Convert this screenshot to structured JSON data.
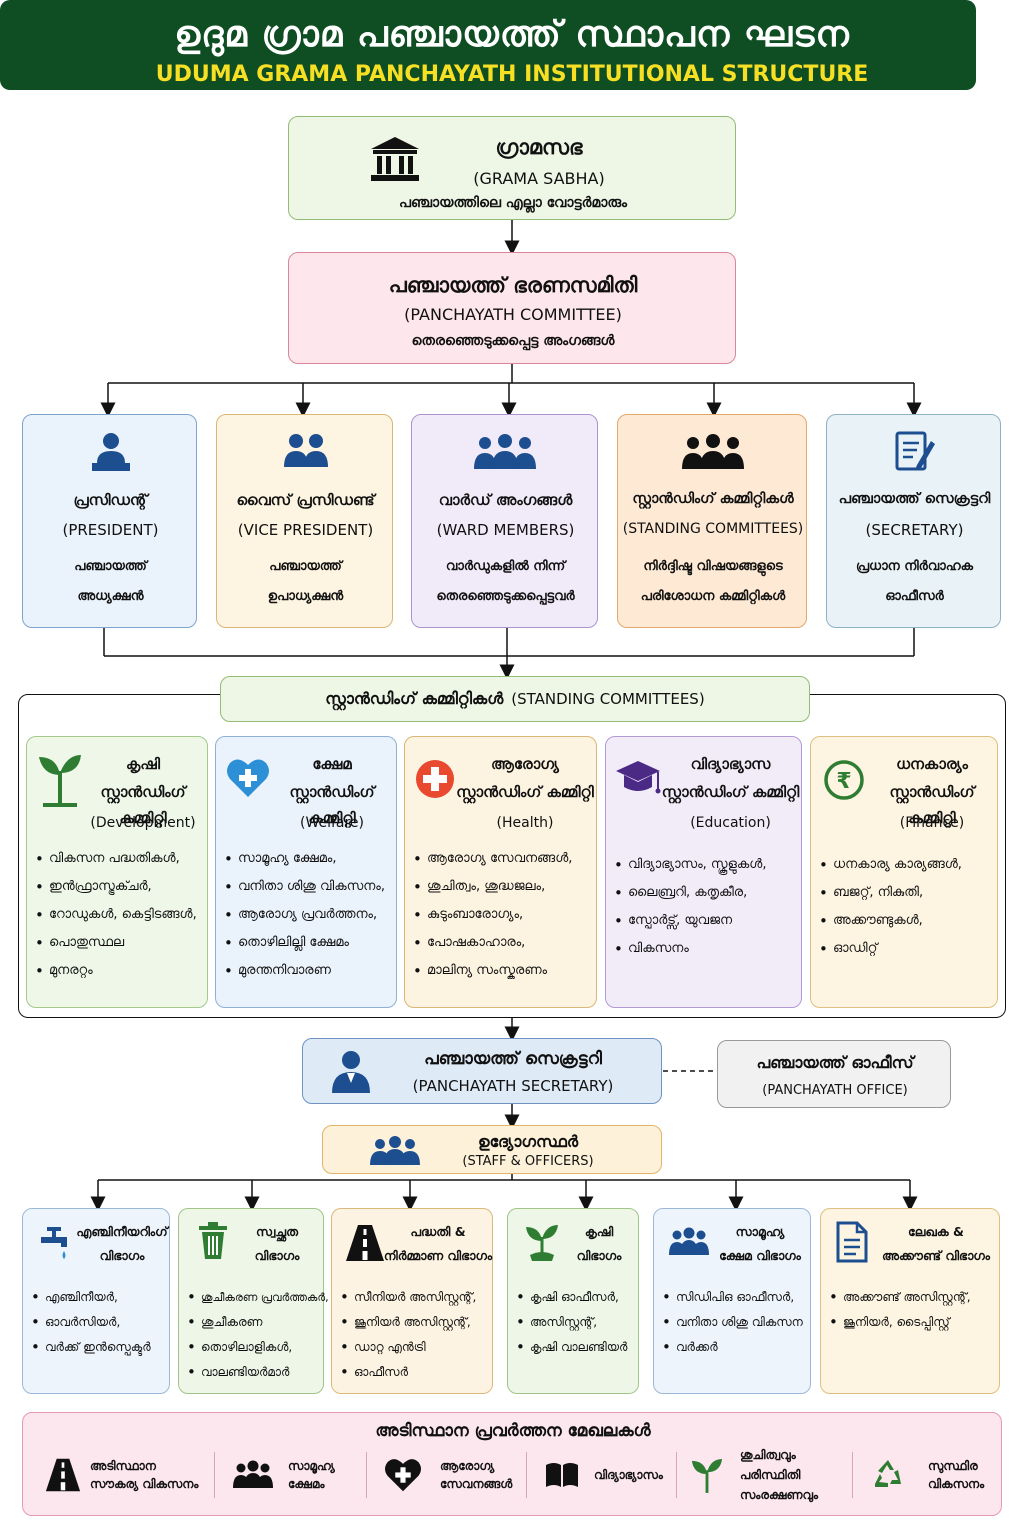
{
  "header": {
    "title_ml": "ഉദുമ ഗ്രാമ പഞ്ചായത്ത് സ്ഥാപന ഘടന",
    "title_en": "UDUMA GRAMA PANCHAYATH INSTITUTIONAL STRUCTURE"
  },
  "grama_sabha": {
    "name_ml": "ഗ്രാമസഭ",
    "name_en": "(GRAMA SABHA)",
    "desc": "പഞ്ചായത്തിലെ എല്ലാ വോട്ടർമാരും"
  },
  "committee": {
    "name_ml": "പഞ്ചായത്ത് ഭരണസമിതി",
    "name_en": "(PANCHAYATH COMMITTEE)",
    "desc": "തെരഞ്ഞെടുക്കപ്പെട്ട അംഗങ്ങൾ"
  },
  "roles": [
    {
      "name_ml": "പ്രസിഡന്റ്",
      "name_en": "(PRESIDENT)",
      "desc1": "പഞ്ചായത്ത്",
      "desc2": "അധ്യക്ഷൻ"
    },
    {
      "name_ml": "വൈസ് പ്രസിഡണ്ട്",
      "name_en": "(VICE PRESIDENT)",
      "desc1": "പഞ്ചായത്ത്",
      "desc2": "ഉപാധ്യക്ഷൻ"
    },
    {
      "name_ml": "വാർഡ് അംഗങ്ങൾ",
      "name_en": "(WARD MEMBERS)",
      "desc1": "വാർഡുകളിൽ നിന്ന്",
      "desc2": "തെരഞ്ഞെടുക്കപ്പെട്ടവർ"
    },
    {
      "name_ml": "സ്റ്റാൻഡിംഗ് കമ്മിറ്റികൾ",
      "name_en": "(STANDING COMMITTEES)",
      "desc1": "നിർദ്ദിഷ്ട വിഷയങ്ങളുടെ",
      "desc2": "പരിശോധന കമ്മിറ്റികൾ"
    },
    {
      "name_ml": "പഞ്ചായത്ത് സെക്രട്ടറി",
      "name_en": "(SECRETARY)",
      "desc1": "പ്രധാന നിർവാഹക",
      "desc2": "ഓഫീസർ"
    }
  ],
  "standing": {
    "header_ml": "സ്റ്റാൻഡിംഗ് കമ്മിറ്റികൾ",
    "header_en": "(STANDING COMMITTEES)",
    "committees": [
      {
        "name": "കൃഷി",
        "sub": "സ്റ്റാൻഡിംഗ് കമ്മിറ്റി",
        "en": "(Development)",
        "items": [
          "വികസന പദ്ധതികൾ,",
          "ഇൻഫ്രാസ്ട്രക്ചർ,",
          "റോഡുകൾ, കെട്ടിടങ്ങൾ,",
          "പൊതുസ്ഥല",
          "മുനരറ്റം"
        ]
      },
      {
        "name": "ക്ഷേമ",
        "sub": "സ്റ്റാൻഡിംഗ് കമ്മിറ്റി",
        "en": "(Welfare)",
        "items": [
          "സാമൂഹ്യ ക്ഷേമം,",
          "വനിതാ ശിശു വികസനം,",
          "ആരോഗ്യ പ്രവർത്തനം,",
          "തൊഴിലില്ലി ക്ഷേമം",
          "മുരന്തനിവാരണ"
        ]
      },
      {
        "name": "ആരോഗ്യ",
        "sub": "സ്റ്റാൻഡിംഗ് കമ്മിറ്റി",
        "en": "(Health)",
        "items": [
          "ആരോഗ്യ സേവനങ്ങൾ,",
          "ശുചിത്വം, ശുദ്ധജലം,",
          "കുടുംബാരോഗ്യം,",
          "പോഷകാഹാരം,",
          "മാലിന്യ സംസ്കരണം"
        ]
      },
      {
        "name": "വിദ്യാഭ്യാസ",
        "sub": "സ്റ്റാൻഡിംഗ് കമ്മിറ്റി",
        "en": "(Education)",
        "items": [
          "വിദ്യാഭ്യാസം, സ്കൂളുകൾ,",
          "ലൈബ്രറി, കതൃകീര,",
          "സ്പോർട്സ്, യുവജന",
          "വികസനം"
        ]
      },
      {
        "name": "ധനകാര്യം",
        "sub": "സ്റ്റാൻഡിംഗ് കമ്മിറ്റി",
        "en": "(Finance)",
        "items": [
          "ധനകാര്യ കാര്യങ്ങൾ,",
          "ബജറ്റ്, നികുതി,",
          "അക്കൗണ്ടുകൾ,",
          "ഓഡിറ്റ്"
        ]
      }
    ]
  },
  "secretary": {
    "name_ml": "പഞ്ചായത്ത് സെക്രട്ടറി",
    "name_en": "(PANCHAYATH SECRETARY)"
  },
  "office": {
    "name_ml": "പഞ്ചായത്ത് ഓഫീസ്",
    "name_en": "(PANCHAYATH OFFICE)"
  },
  "staff": {
    "name_ml": "ഉദ്യോഗസ്ഥർ",
    "name_en": "(STAFF & OFFICERS)"
  },
  "departments": [
    {
      "line1": "എഞ്ചിനീയറിംഗ്",
      "line2": "വിഭാഗം",
      "items": [
        "എഞ്ചിനീയർ,",
        "ഓവർസിയർ,",
        "വർക്ക് ഇൻസ്പെക്ടർ"
      ]
    },
    {
      "line1": "സ്വച്ഛത",
      "line2": "വിഭാഗം",
      "items": [
        "ശുചീകരണ പ്രവർത്തകർ,",
        "ശുചീകരണ",
        "തൊഴിലാളികൾ,",
        "വാലണ്ടിയർമാർ"
      ]
    },
    {
      "line1": "പദ്ധതി &",
      "line2": "നിർമ്മാണ വിഭാഗം",
      "items": [
        "സീനിയർ അസിസ്റ്റന്റ്,",
        "ജൂനിയർ അസിസ്റ്റന്റ്,",
        "ഡാറ്റ എൻട്രി",
        "ഓഫീസർ"
      ]
    },
    {
      "line1": "കൃഷി",
      "line2": "വിഭാഗം",
      "items": [
        "കൃഷി ഓഫീസർ,",
        "അസിസ്റ്റന്റ്,",
        "കൃഷി വാലണ്ടിയർ"
      ]
    },
    {
      "line1": "സാമൂഹ്യ",
      "line2": "ക്ഷേമ വിഭാഗം",
      "items": [
        "സിഡിപിഒ ഓഫീസർ,",
        "വനിതാ ശിശു വികസന",
        "വർക്കർ"
      ]
    },
    {
      "line1": "ലേഖക &",
      "line2": "അക്കൗണ്ട് വിഭാഗം",
      "items": [
        "അക്കൗണ്ട് അസിസ്റ്റന്റ്,",
        "ജൂനിയർ, ടൈപ്പിസ്റ്റ്"
      ]
    }
  ],
  "footer": {
    "title": "അടിസ്ഥാന പ്രവർത്തന മേഖലകൾ",
    "items": [
      {
        "l1": "അടിസ്ഥാന",
        "l2": "സൗകര്യ വികസനം",
        "l3": ""
      },
      {
        "l1": "സാമൂഹ്യ",
        "l2": "ക്ഷേമം",
        "l3": ""
      },
      {
        "l1": "ആരോഗ്യ",
        "l2": "സേവനങ്ങൾ",
        "l3": ""
      },
      {
        "l1": "വിദ്യാഭ്യാസം",
        "l2": "",
        "l3": ""
      },
      {
        "l1": "ശുചിത്വവും",
        "l2": "പരിസ്ഥിതി",
        "l3": "സംരക്ഷണവും"
      },
      {
        "l1": "സുസ്ഥിര",
        "l2": "വികസനം",
        "l3": ""
      }
    ]
  },
  "colors": {
    "header_bg": "#0f4d23",
    "header_en": "#f7e024",
    "icon_blue": "#1d4e8f",
    "icon_green": "#2e7d32",
    "icon_red": "#e8492f"
  }
}
